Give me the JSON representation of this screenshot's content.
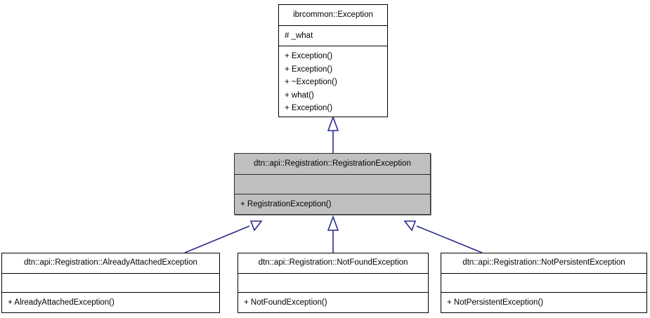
{
  "diagram": {
    "type": "uml-class-inheritance",
    "title": "",
    "background_color": "#ffffff",
    "edge_color": "#2a2a8c",
    "highlight_fill": "#c0c0c0",
    "box_border_color": "#000000"
  },
  "classes": {
    "base": {
      "name": "ibrcommon::Exception",
      "attributes": [
        "# _what"
      ],
      "operations": [
        "+ Exception()",
        "+ Exception()",
        "+ ~Exception()",
        "+ what()",
        "+ Exception()"
      ],
      "highlighted": false
    },
    "middle": {
      "name": "dtn::api::Registration::RegistrationException",
      "attributes": [],
      "operations": [
        "+ RegistrationException()"
      ],
      "highlighted": true
    },
    "derived": [
      {
        "name": "dtn::api::Registration::AlreadyAttachedException",
        "attributes": [],
        "operations": [
          "+ AlreadyAttachedException()"
        ],
        "highlighted": false
      },
      {
        "name": "dtn::api::Registration::NotFoundException",
        "attributes": [],
        "operations": [
          "+ NotFoundException()"
        ],
        "highlighted": false
      },
      {
        "name": "dtn::api::Registration::NotPersistentException",
        "attributes": [],
        "operations": [
          "+ NotPersistentException()"
        ],
        "highlighted": false
      }
    ]
  },
  "relations": [
    {
      "from": "dtn::api::Registration::RegistrationException",
      "to": "ibrcommon::Exception",
      "kind": "generalization"
    },
    {
      "from": "dtn::api::Registration::AlreadyAttachedException",
      "to": "dtn::api::Registration::RegistrationException",
      "kind": "generalization"
    },
    {
      "from": "dtn::api::Registration::NotFoundException",
      "to": "dtn::api::Registration::RegistrationException",
      "kind": "generalization"
    },
    {
      "from": "dtn::api::Registration::NotPersistentException",
      "to": "dtn::api::Registration::RegistrationException",
      "kind": "generalization"
    }
  ]
}
